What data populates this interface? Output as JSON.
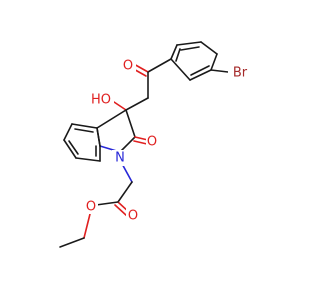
{
  "atoms": {
    "o_ketone": {
      "label": "O",
      "color": "#e02020"
    },
    "br": {
      "label": "Br",
      "color": "#a52a2a"
    },
    "ho": {
      "label": "HO",
      "color": "#e02020"
    },
    "o_lactam": {
      "label": "O",
      "color": "#e02020"
    },
    "n": {
      "label": "N",
      "color": "#2828d8"
    },
    "o_ester_carbonyl": {
      "label": "O",
      "color": "#e02020"
    },
    "o_ester_ether": {
      "label": "O",
      "color": "#e02020"
    }
  }
}
